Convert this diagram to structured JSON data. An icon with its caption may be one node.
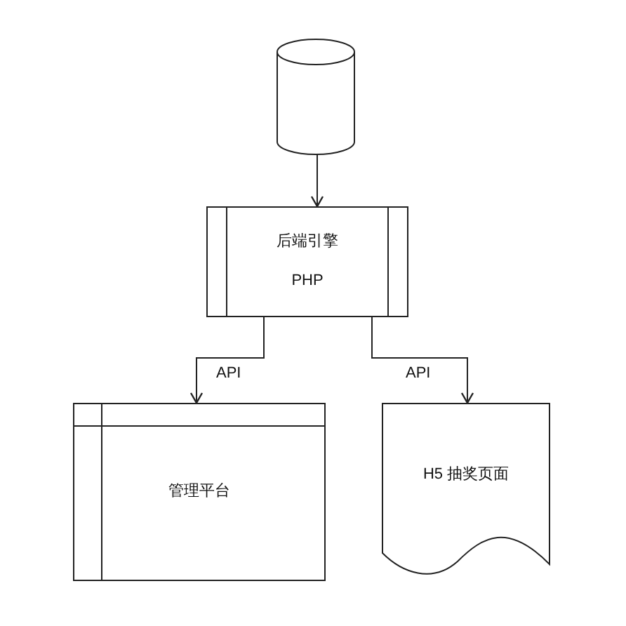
{
  "diagram": {
    "nodes": [
      {
        "text": [],
        "shape": "cylinder"
      },
      {
        "text": [
          "后端引擎",
          "PHP"
        ]
      },
      {
        "text": [
          "管理平台"
        ]
      },
      {
        "text": [
          "H5 抽奖页面"
        ]
      }
    ],
    "edges": [
      {
        "from": 0,
        "to": 1,
        "arrow": "to"
      },
      {
        "from": 1,
        "to": 2,
        "arrow": "to",
        "label": "API"
      },
      {
        "from": 1,
        "to": 3,
        "arrow": "to",
        "label": "API"
      }
    ]
  }
}
